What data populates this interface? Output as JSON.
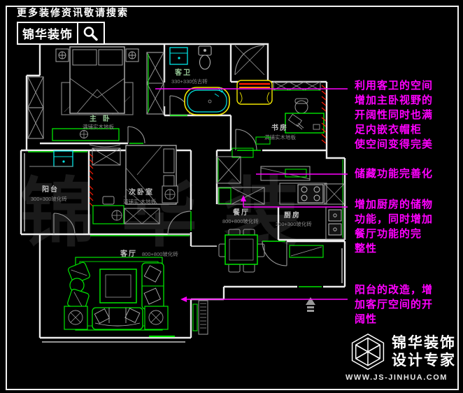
{
  "header": {
    "tagline": "更多装修资讯敬请搜索",
    "brand": "锦华装饰"
  },
  "watermark": "锦华装",
  "rooms": {
    "master": {
      "name": "主 卧",
      "floor": "满铺实木地板"
    },
    "bath": {
      "name": "客卫",
      "floor": "330+330仿古砖"
    },
    "study": {
      "name": "书房",
      "floor": "满铺实木地板"
    },
    "balcony": {
      "name": "阳台",
      "floor": "300+300玻化砖"
    },
    "bedroom2": {
      "name": "次卧室",
      "floor": "满铺实 木地板"
    },
    "dining": {
      "name": "餐厅",
      "floor": "800+800玻化砖"
    },
    "kitchen": {
      "name": "厨房",
      "floor": "300+300玻化砖"
    },
    "living": {
      "name": "客厅",
      "floor": "800+800玻化砖"
    }
  },
  "annotations": {
    "a1": {
      "text": "利用客卫的空间\n增加主卧视野的\n开阔性同时也满\n足内嵌衣帽柜\n使空间变得完美"
    },
    "a2": {
      "text": "储藏功能完善化"
    },
    "a3": {
      "text": "增加厨房的储物\n功能，同时增加\n餐厅功能的完\n整性"
    },
    "a4": {
      "text": "阳台的改造，增\n加客厅空间的开\n阔性"
    }
  },
  "footer": {
    "brand": "锦华装饰\n设计专家",
    "website": "WWW.JS-JINHUA.COM"
  },
  "colors": {
    "annotation": "#ff00ff",
    "wall": "#efefef",
    "accent_green": "#00e600",
    "fixture_cyan": "#00e6e6",
    "tub_yellow": "#f2e600",
    "warn_red": "#ff1a00"
  }
}
